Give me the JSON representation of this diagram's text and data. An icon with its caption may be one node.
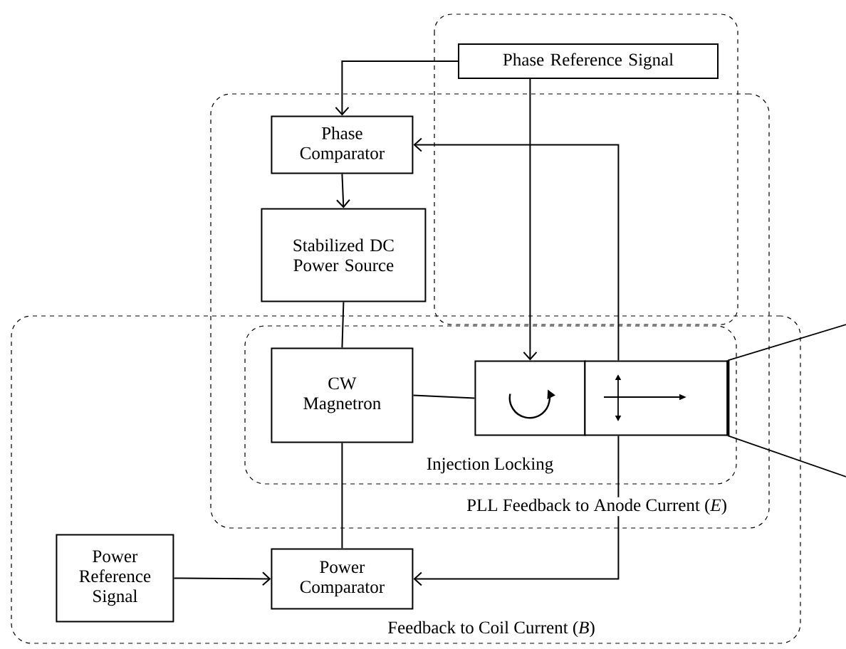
{
  "diagram": {
    "nodes": [
      {
        "text": [
          "Phase Reference Signal"
        ]
      },
      {
        "text": [
          "PLL Feedback to Anode Current (*E*)"
        ]
      },
      {
        "text": [
          "Phase Comparator"
        ],
        "in": 1
      },
      {
        "text": [
          "Stabilized DC Power Source"
        ],
        "in": 1
      },
      {
        "text": [
          "Feedback to Coil Current (*B*)"
        ]
      },
      {
        "text": [
          "Injection Locking"
        ]
      },
      {
        "text": [
          "CW Magnetron"
        ],
        "in": 5
      },
      {
        "text": [],
        "shape": "box",
        "in": 5
      },
      {
        "text": [],
        "shape": "box",
        "in": 5
      },
      {
        "text": [
          "Power Reference Signal"
        ],
        "in": 4
      },
      {
        "text": [
          "Power Comparator"
        ],
        "in": 4
      }
    ],
    "edges": [
      {
        "from": 0,
        "to": 2,
        "arrow": "to"
      },
      {
        "from": 0,
        "to": 7,
        "arrow": "to"
      },
      {
        "from": 8,
        "to": 2,
        "arrow": "to"
      },
      {
        "from": 2,
        "to": 3,
        "arrow": "to"
      },
      {
        "from": 3,
        "to": 6,
        "arrow": "none"
      },
      {
        "from": 6,
        "to": 7,
        "arrow": "none"
      },
      {
        "from": 6,
        "to": 10,
        "arrow": "none"
      },
      {
        "from": 8,
        "to": 10,
        "arrow": "to"
      },
      {
        "from": 9,
        "to": 10,
        "arrow": "to"
      }
    ]
  }
}
